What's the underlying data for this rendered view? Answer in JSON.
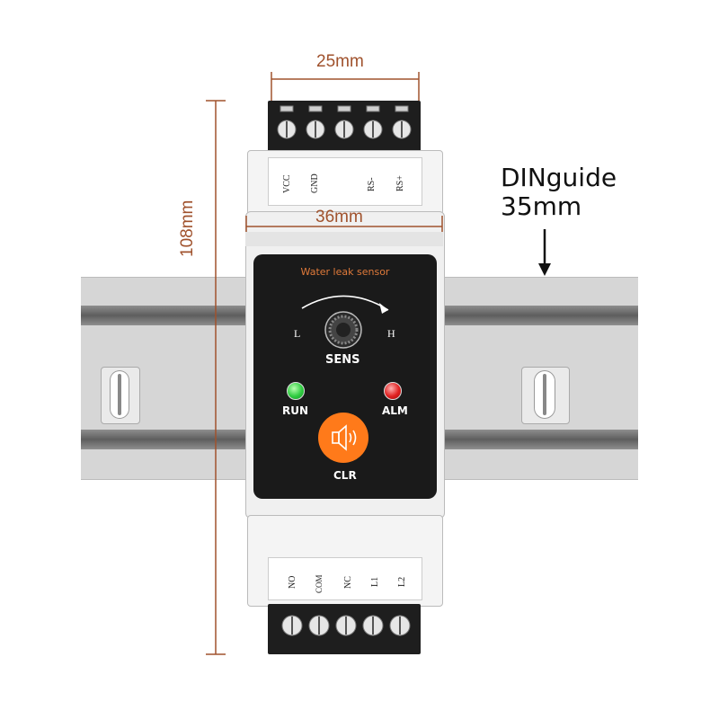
{
  "dimensions": {
    "top_width": "25mm",
    "front_width": "36mm",
    "height": "108mm"
  },
  "din_rail": {
    "label_line1": "DINguide",
    "label_line2": "35mm"
  },
  "top_terminals": [
    "VCC",
    "GND",
    "",
    "RS-",
    "RS+"
  ],
  "bottom_terminals": [
    "NO",
    "COM",
    "NC",
    "L1",
    "L2"
  ],
  "panel": {
    "title": "Water leak sensor",
    "knob_left": "L",
    "knob_right": "H",
    "knob_label": "SENS",
    "run_label": "RUN",
    "alarm_label": "ALM",
    "clear_label": "CLR"
  },
  "colors": {
    "dimension": "#a0522d",
    "run_led": "#2ecc40",
    "alarm_led": "#e02020",
    "clear_button": "#ff7a1a",
    "panel": "#1a1a1a",
    "title_text": "#e07a3a"
  }
}
